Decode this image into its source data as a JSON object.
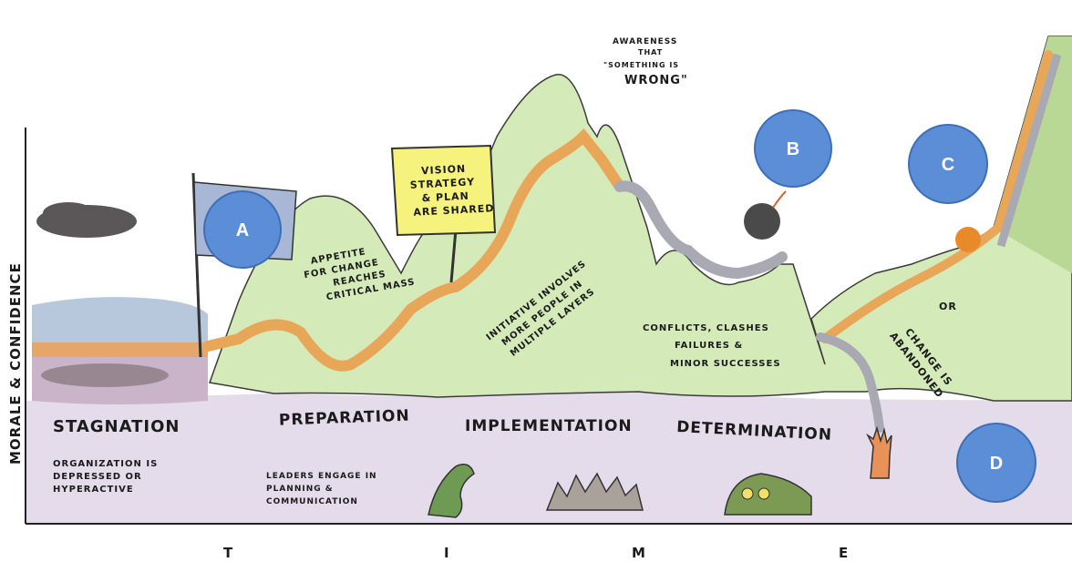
{
  "axes": {
    "y_label": "MORALE & CONFIDENCE",
    "x_label_letters": [
      "T",
      "I",
      "M",
      "E"
    ]
  },
  "phases": {
    "stagnation": "STAGNATION",
    "preparation": "PREPARATION",
    "implementation": "IMPLEMENTATION",
    "determination": "DETERMINATION"
  },
  "notes": {
    "stagnation_1": "ORGANIZATION IS",
    "stagnation_2": "DEPRESSED OR",
    "stagnation_3": "HYPERACTIVE",
    "preparation_1": "LEADERS ENGAGE IN",
    "preparation_2": "PLANNING &",
    "preparation_3": "COMMUNICATION"
  },
  "captions": {
    "appetite_1": "APPETITE",
    "appetite_2": "FOR CHANGE",
    "appetite_3": "REACHES",
    "appetite_4": "CRITICAL MASS",
    "vision_1": "VISION",
    "vision_2": "STRATEGY",
    "vision_3": "& PLAN",
    "vision_4": "ARE SHARED",
    "initiative_1": "INITIATIVE INVOLVES",
    "initiative_2": "MORE PEOPLE IN",
    "initiative_3": "MULTIPLE LAYERS",
    "awareness_1": "AWARENESS",
    "awareness_2": "THAT",
    "awareness_3": "\"SOMETHING IS",
    "awareness_4": "WRONG\"",
    "conflicts_1": "CONFLICTS, CLASHES",
    "conflicts_2": "FAILURES &",
    "conflicts_3": "MINOR SUCCESSES",
    "or": "OR",
    "abandoned_1": "CHANGE IS",
    "abandoned_2": "ABANDONED"
  },
  "markers": {
    "a": "A",
    "b": "B",
    "c": "C",
    "d": "D"
  },
  "colors": {
    "hill": "#d4eab8",
    "hill_dark": "#b9d896",
    "ground_band": "#e4dbeb",
    "path_orange": "#e8a659",
    "path_grey": "#a9a9b3",
    "marker_blue": "#5b8ed6",
    "flag": "#a9b7d6",
    "vision_sign": "#f6f27e"
  }
}
